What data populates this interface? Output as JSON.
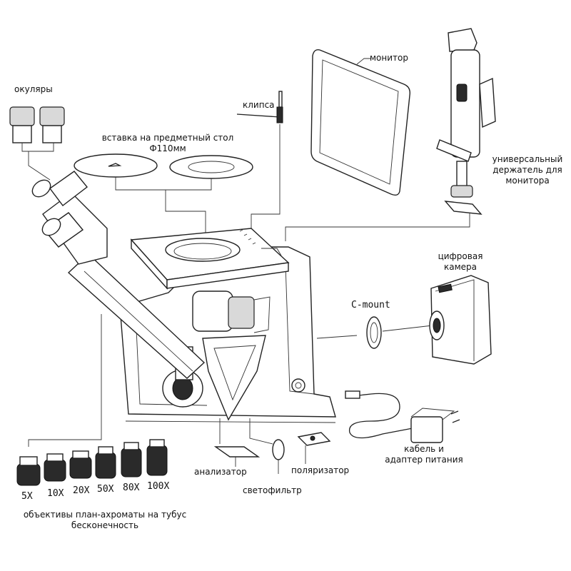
{
  "labels": {
    "eyepieces": "окуляры",
    "stage_insert_line1": "вставка на предметный стол",
    "stage_insert_line2": "Ф110мм",
    "clip": "клипса",
    "monitor": "монитор",
    "holder_line1": "универсальный",
    "holder_line2": "держатель для",
    "holder_line3": "монитора",
    "camera_line1": "цифровая",
    "camera_line2": "камера",
    "cmount": "C-mount",
    "cable_line1": "кабель и",
    "cable_line2": "адаптер питания",
    "analyzer": "анализатор",
    "polarizer": "поляризатор",
    "filter": "светофильтр",
    "objectives_line1": "объективы план-ахроматы на тубус",
    "objectives_line2": "бесконечность"
  },
  "objectives": [
    "5X",
    "10X",
    "20X",
    "50X",
    "80X",
    "100X"
  ],
  "colors": {
    "line": "#222222",
    "fill": "#ffffff",
    "dark": "#2a2a2a"
  }
}
